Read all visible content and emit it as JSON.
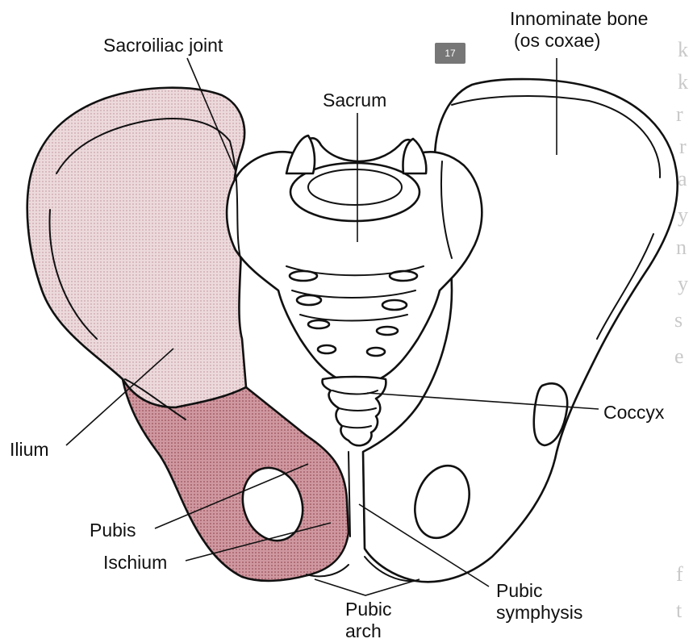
{
  "page_badge": "17",
  "colors": {
    "ilium_fill": "#e9d4d8",
    "pubis_ischium_fill": "#c98c94",
    "outline": "#111111",
    "background_text": "#c9c9c9"
  },
  "labels": {
    "innominate_bone_line1": "Innominate bone",
    "innominate_bone_line2": "(os coxae)",
    "sacroiliac_joint": "Sacroiliac joint",
    "sacrum": "Sacrum",
    "coccyx": "Coccyx",
    "ilium": "Ilium",
    "pubis": "Pubis",
    "ischium": "Ischium",
    "pubic_arch_line1": "Pubic",
    "pubic_arch_line2": "arch",
    "pubic_symphysis_line1": "Pubic",
    "pubic_symphysis_line2": "symphysis"
  }
}
